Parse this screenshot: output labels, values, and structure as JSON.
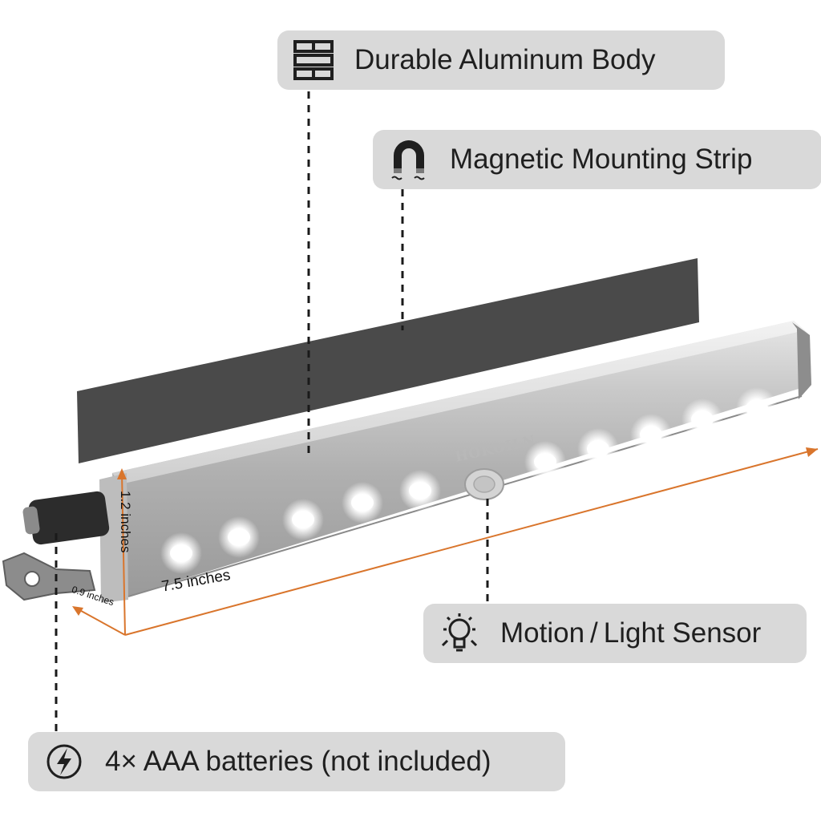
{
  "brand": "HOKOILN",
  "callouts": {
    "body": {
      "label": "Durable Aluminum Body",
      "icon": "aluminum-layers-icon"
    },
    "strip": {
      "label": "Magnetic Mounting Strip",
      "icon": "magnet-icon"
    },
    "sensor": {
      "label": "Motion / Light Sensor",
      "icon": "light-bulb-sensor-icon"
    },
    "battery": {
      "label": "4× AAA batteries (not included)",
      "icon": "lightning-icon"
    }
  },
  "dimensions": {
    "length": "7.5 inches",
    "height": "1.2 inches",
    "depth": "0.9 inches"
  },
  "colors": {
    "callout_bg": "#d9d9d9",
    "dimension_line": "#d9752c",
    "strip": "#4a4a4a",
    "led": "#ffffff"
  }
}
